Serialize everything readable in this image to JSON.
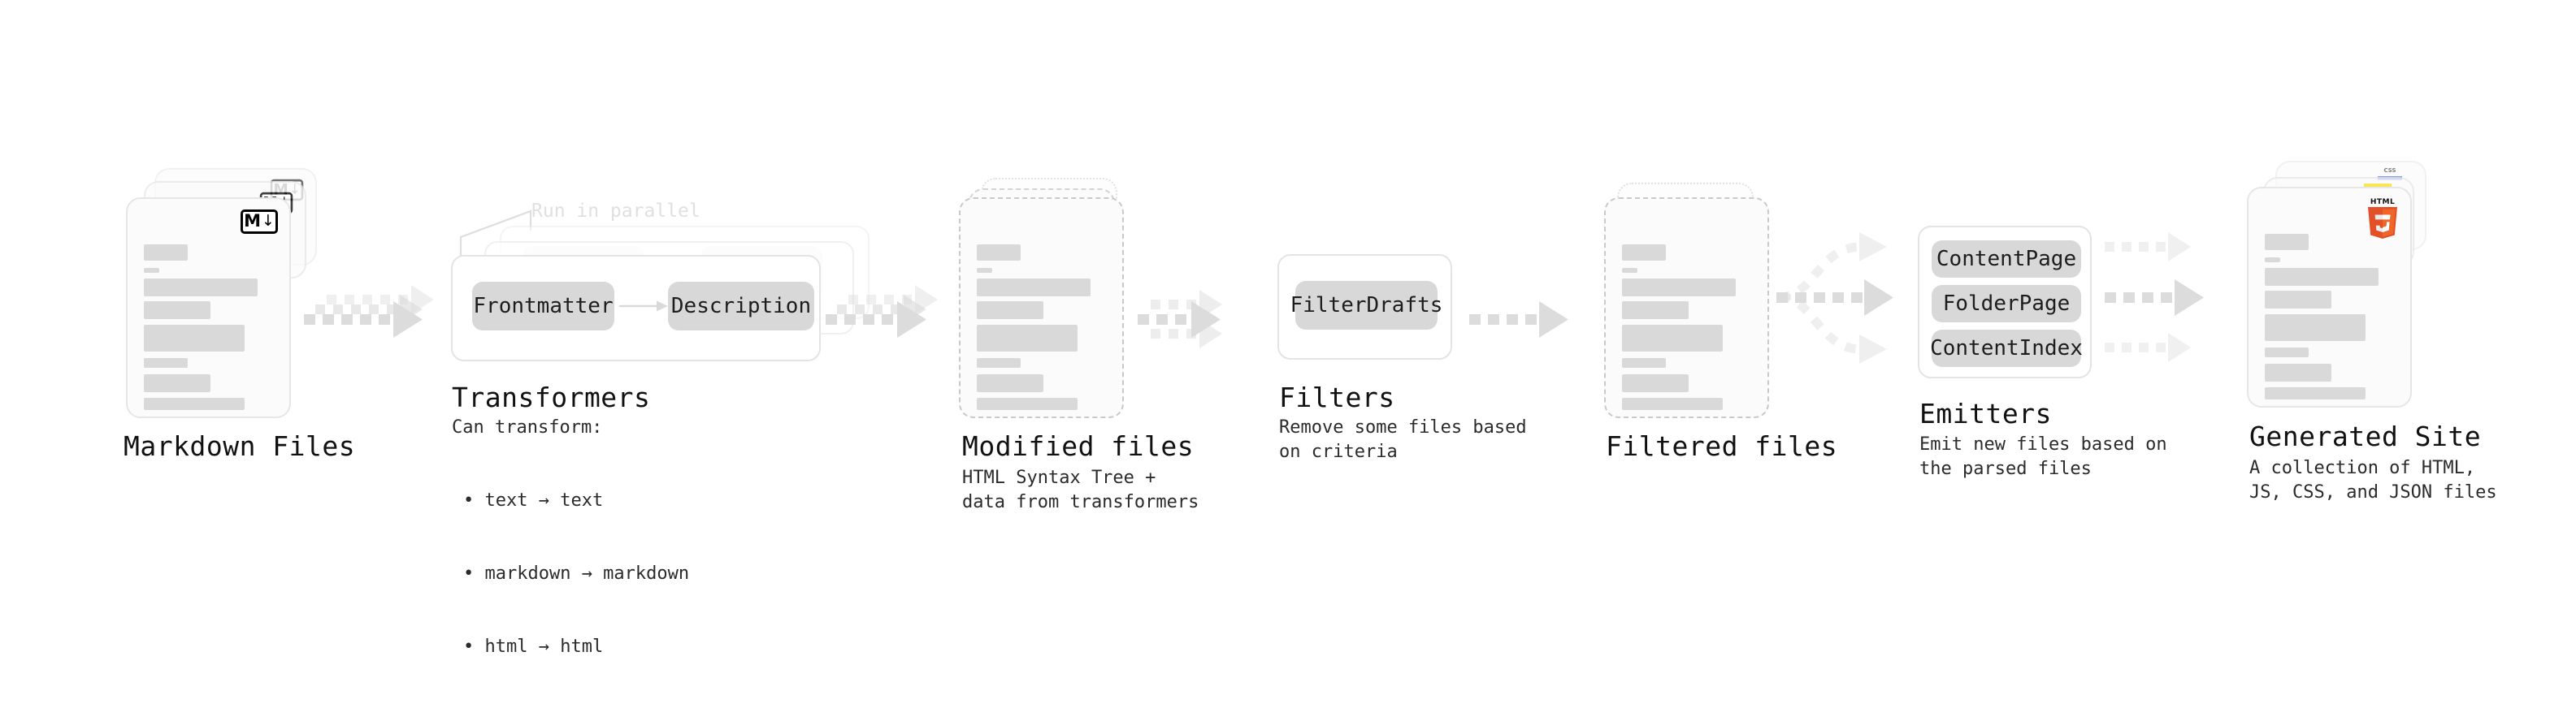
{
  "diagram": {
    "background": "#ffffff",
    "accent_colors": {
      "skeleton": "#d9d9d9",
      "chip": "#d8d8d8",
      "card_border": "#e6e6e6",
      "arrow": "#d5d5d5",
      "html5_orange": "#e34f26",
      "html5_orange_light": "#f06529",
      "css_blue": "#264de4",
      "js_yellow": "#f7df1e",
      "markdown_black": "#000000",
      "muted_text": "#e0e0e0"
    }
  },
  "stages": [
    {
      "id": "markdown-files",
      "title": "Markdown Files",
      "subtitle": "",
      "bullets": [],
      "icon": "markdown-badge",
      "card_style": "solid-stack"
    },
    {
      "id": "transformers",
      "title": "Transformers",
      "subtitle": "Can transform:",
      "bullets": [
        "• text → text",
        "• markdown → markdown",
        "• html → html"
      ],
      "annotation": "Run in parallel",
      "chips": [
        "Frontmatter",
        "Description"
      ],
      "card_style": "panel-stack"
    },
    {
      "id": "modified-files",
      "title": "Modified files",
      "subtitle": "HTML Syntax Tree +\ndata from transformers",
      "bullets": [],
      "card_style": "dashed-stack"
    },
    {
      "id": "filters",
      "title": "Filters",
      "subtitle": "Remove some files based\non criteria",
      "bullets": [],
      "chips": [
        "FilterDrafts"
      ],
      "card_style": "panel"
    },
    {
      "id": "filtered-files",
      "title": "Filtered files",
      "subtitle": "",
      "bullets": [],
      "card_style": "dashed-stack"
    },
    {
      "id": "emitters",
      "title": "Emitters",
      "subtitle": "Emit new files based on\nthe parsed files",
      "bullets": [],
      "chips": [
        "ContentPage",
        "FolderPage",
        "ContentIndex"
      ],
      "card_style": "panel"
    },
    {
      "id": "generated-site",
      "title": "Generated Site",
      "subtitle": "A collection of HTML,\nJS, CSS, and JSON files",
      "bullets": [],
      "icons": [
        "css3-badge",
        "javascript-badge",
        "html5-badge"
      ],
      "card_style": "solid-stack"
    }
  ],
  "icon_labels": {
    "markdown_m": "M",
    "markdown_arrow": "↓",
    "html5_caption": "HTML",
    "html5_number": "5",
    "css_caption": "CSS"
  },
  "connectors": [
    {
      "id": "md-to-transformers",
      "type": "dotted-arrow-stack",
      "count": 3
    },
    {
      "id": "transformers-to-modified",
      "type": "dotted-arrow-stack",
      "count": 3
    },
    {
      "id": "modified-to-filters",
      "type": "dotted-arrow-stack",
      "count": 2
    },
    {
      "id": "filters-to-filtered",
      "type": "dotted-arrow",
      "count": 1
    },
    {
      "id": "filtered-to-emitters",
      "type": "dotted-arrow-fanout",
      "count": 3
    },
    {
      "id": "emitters-to-site",
      "type": "dotted-arrow-parallel",
      "count": 3
    }
  ]
}
